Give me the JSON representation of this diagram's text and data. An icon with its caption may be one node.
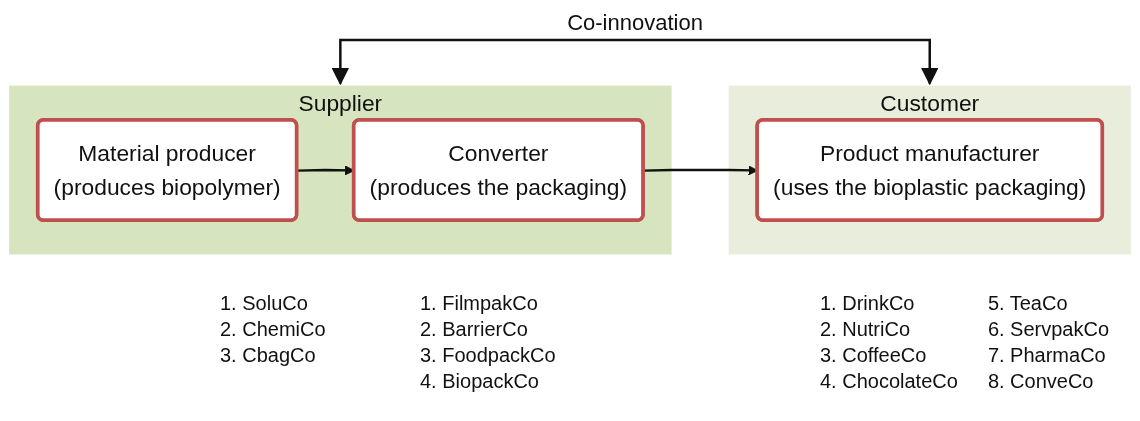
{
  "diagram": {
    "nodes": [
      {
        "text": [
          "Supplier"
        ]
      },
      {
        "text": [
          "Material producer",
          "(produces biopolymer)"
        ],
        "in": 0,
        "beside": [
          "1. SoluCo",
          "2. ChemiCo",
          "3. CbagCo"
        ]
      },
      {
        "text": [
          "Converter",
          "(produces the packaging)"
        ],
        "in": 0,
        "beside": [
          "1. FilmpakCo",
          "2. BarrierCo",
          "3. FoodpackCo",
          "4. BiopackCo"
        ]
      },
      {
        "text": [
          "Customer"
        ]
      },
      {
        "text": [
          "Product manufacturer",
          "(uses the bioplastic packaging)"
        ],
        "in": 3,
        "beside": [
          "1. DrinkCo",
          "2. NutriCo",
          "3. CoffeeCo",
          "4. ChocolateCo",
          "5. TeaCo",
          "6. ServpakCo",
          "7. PharmaCo",
          "8. ConveCo"
        ]
      }
    ],
    "edges": [
      {
        "from": 0,
        "to": 3,
        "label": "Co-innovation",
        "arrow": "both"
      },
      {
        "from": 1,
        "to": 2,
        "arrow": "to"
      },
      {
        "from": 2,
        "to": 4,
        "arrow": "to"
      }
    ]
  }
}
